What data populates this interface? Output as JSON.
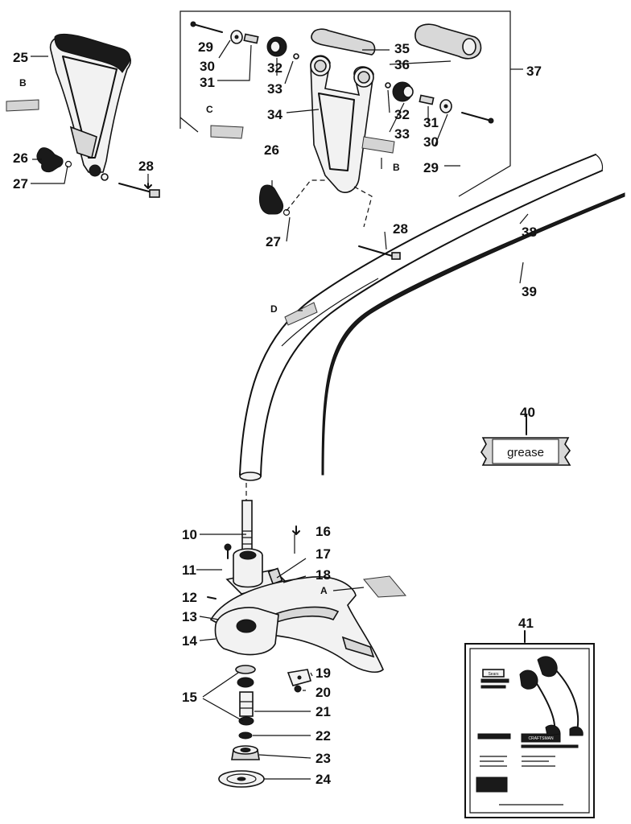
{
  "labels": {
    "n10": "10",
    "n11": "11",
    "n12": "12",
    "n13": "13",
    "n14": "14",
    "n15": "15",
    "n16": "16",
    "n17": "17",
    "n18": "18",
    "n19": "19",
    "n20": "20",
    "n21": "21",
    "n22": "22",
    "n23": "23",
    "n24": "24",
    "n25": "25",
    "n26": "26",
    "n27": "27",
    "n28": "28",
    "n29": "29",
    "n30": "30",
    "n31": "31",
    "n32": "32",
    "n33": "33",
    "n34": "34",
    "n35": "35",
    "n36": "36",
    "n37": "37",
    "n38": "38",
    "n39": "39",
    "n40": "40",
    "n41": "41",
    "A": "A",
    "B": "B",
    "C": "C",
    "D": "D"
  },
  "grease_text": "grease",
  "manual": {
    "brand": "Sears",
    "brand_right": "CRAFTSMAN"
  }
}
